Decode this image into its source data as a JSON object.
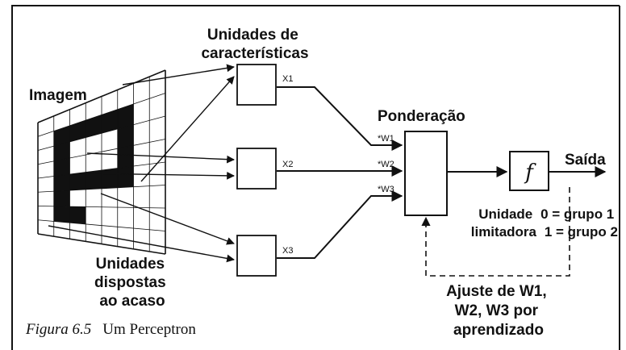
{
  "image_label": "Imagem",
  "feature_units_label": [
    "Unidades de",
    "características"
  ],
  "random_units_label": [
    "Unidades",
    "dispostas",
    "ao acaso"
  ],
  "inputs": [
    "X1",
    "X2",
    "X3"
  ],
  "weights": [
    "*W1",
    "*W2",
    "*W3"
  ],
  "weighting_label": "Ponderação",
  "function_symbol": "f",
  "output_label": "Saída",
  "limiter_label": [
    "Unidade",
    "limitadora"
  ],
  "groups": [
    "0 = grupo 1",
    "1 = grupo 2"
  ],
  "adjust_label": [
    "Ajuste de W1,",
    "W2, W3 por",
    "aprendizado"
  ],
  "caption": {
    "figure": "Figura 6.5",
    "title": "Um Perceptron"
  }
}
